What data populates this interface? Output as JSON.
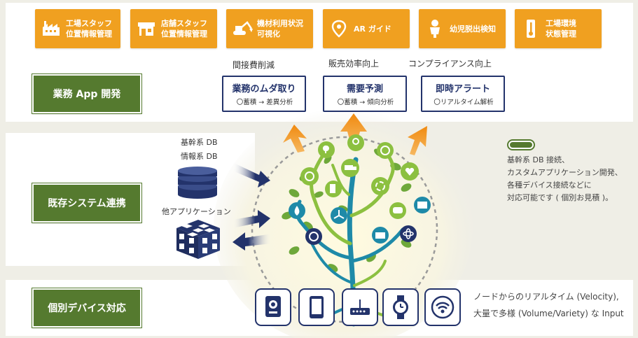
{
  "colors": {
    "orange": "#f0a020",
    "green": "#557a2f",
    "navy": "#23336b",
    "teal": "#1e8aa8",
    "lime": "#8cc040"
  },
  "top_row": [
    {
      "label": "工場スタッフ\n位置情報管理",
      "icon": "factory-icon"
    },
    {
      "label": "店舗スタッフ\n位置情報管理",
      "icon": "store-icon"
    },
    {
      "label": "機材利用状況\n可視化",
      "icon": "excavator-icon"
    },
    {
      "label": "AR ガイド",
      "icon": "map-pin-icon"
    },
    {
      "label": "幼児脱出検知",
      "icon": "child-icon"
    },
    {
      "label": "工場環境\n状態管理",
      "icon": "thermometer-icon"
    }
  ],
  "benefits": [
    "間接費削減",
    "販売効率向上",
    "コンプライアンス向上"
  ],
  "cards": [
    {
      "title": "業務のムダ取り",
      "sub": "〇蓄積 → 差異分析"
    },
    {
      "title": "需要予測",
      "sub": "〇蓄積 → 傾向分析"
    },
    {
      "title": "即時アラート",
      "sub": "〇リアルタイム解析"
    }
  ],
  "left_buttons": [
    "業務 App 開発",
    "既存システム連携",
    "個別デバイス対応"
  ],
  "systems": {
    "db_label": "基幹系 DB\n情報系 DB",
    "app_label": "他アプリケーション"
  },
  "note": "基幹系 DB 接続、\nカスタムアプリケーション開発、\n各種デバイス接続などに\n対応可能です ( 個別お見積 )。",
  "bottom_note": "ノードからのリアルタイム (Velocity),\n大量で多様 (Volume/Variety) な Input",
  "devices": [
    "camera-device-icon",
    "tablet-icon",
    "router-icon",
    "smartwatch-icon",
    "wifi-beacon-icon"
  ]
}
